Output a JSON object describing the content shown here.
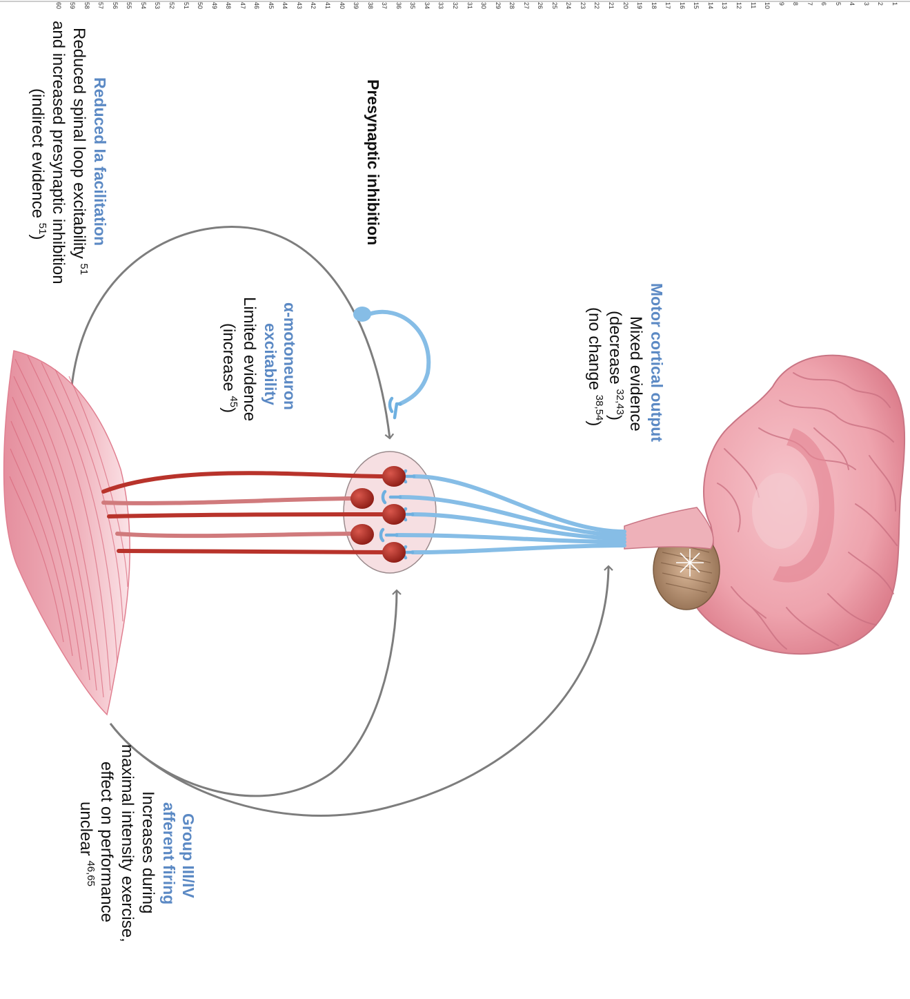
{
  "colors": {
    "accent_blue": "#5b89c4",
    "neuron_blue": "#86bde6",
    "motoneuron_red": "#b8332b",
    "muscle_pink": "#e9a0ab",
    "arrow_grey": "#7d7d7d",
    "brain_pink": "#f1b0b8",
    "cerebellum_brown": "#b08a6a"
  },
  "line_numbers": [
    "1",
    "2",
    "3",
    "4",
    "5",
    "6",
    "7",
    "8",
    "9",
    "10",
    "11",
    "12",
    "13",
    "14",
    "15",
    "16",
    "17",
    "18",
    "19",
    "20",
    "21",
    "22",
    "23",
    "24",
    "25",
    "26",
    "27",
    "28",
    "29",
    "30",
    "31",
    "32",
    "33",
    "34",
    "35",
    "36",
    "37",
    "38",
    "39",
    "40",
    "41",
    "42",
    "43",
    "44",
    "45",
    "46",
    "47",
    "48",
    "49",
    "50",
    "51",
    "52",
    "53",
    "54",
    "55",
    "56",
    "57",
    "58",
    "59",
    "60"
  ],
  "labels": {
    "motor_cortical": {
      "title": "Motor cortical output",
      "line1": "Mixed evidence",
      "line2_pre": "(decrease ",
      "line2_sup": "32,43",
      "line2_post": ")",
      "line3_pre": "(no change ",
      "line3_sup": "38,54",
      "line3_post": ")"
    },
    "presynaptic": {
      "title": "Presynaptic inhibition"
    },
    "motoneuron": {
      "title_line1": "α-motoneuron",
      "title_line2": "excitability",
      "line1": "Limited evidence",
      "line2_pre": "(increase ",
      "line2_sup": "45",
      "line2_post": ")"
    },
    "ia_facilitation": {
      "title": "Reduced Ia facilitation",
      "line1_pre": "Reduced spinal loop excitability ",
      "line1_sup": "51",
      "line2": "and increased presynaptic inhibition",
      "line3_pre": "(indirect evidence ",
      "line3_sup": "51",
      "line3_post": ")"
    },
    "group_afferent": {
      "title_line1": "Group III/IV",
      "title_line2": "afferent firing",
      "line1": "Increases during",
      "line2": "maximal intensity exercise,",
      "line3": "effect on performance",
      "line4_pre": "unclear ",
      "line4_sup": "46,65"
    }
  }
}
